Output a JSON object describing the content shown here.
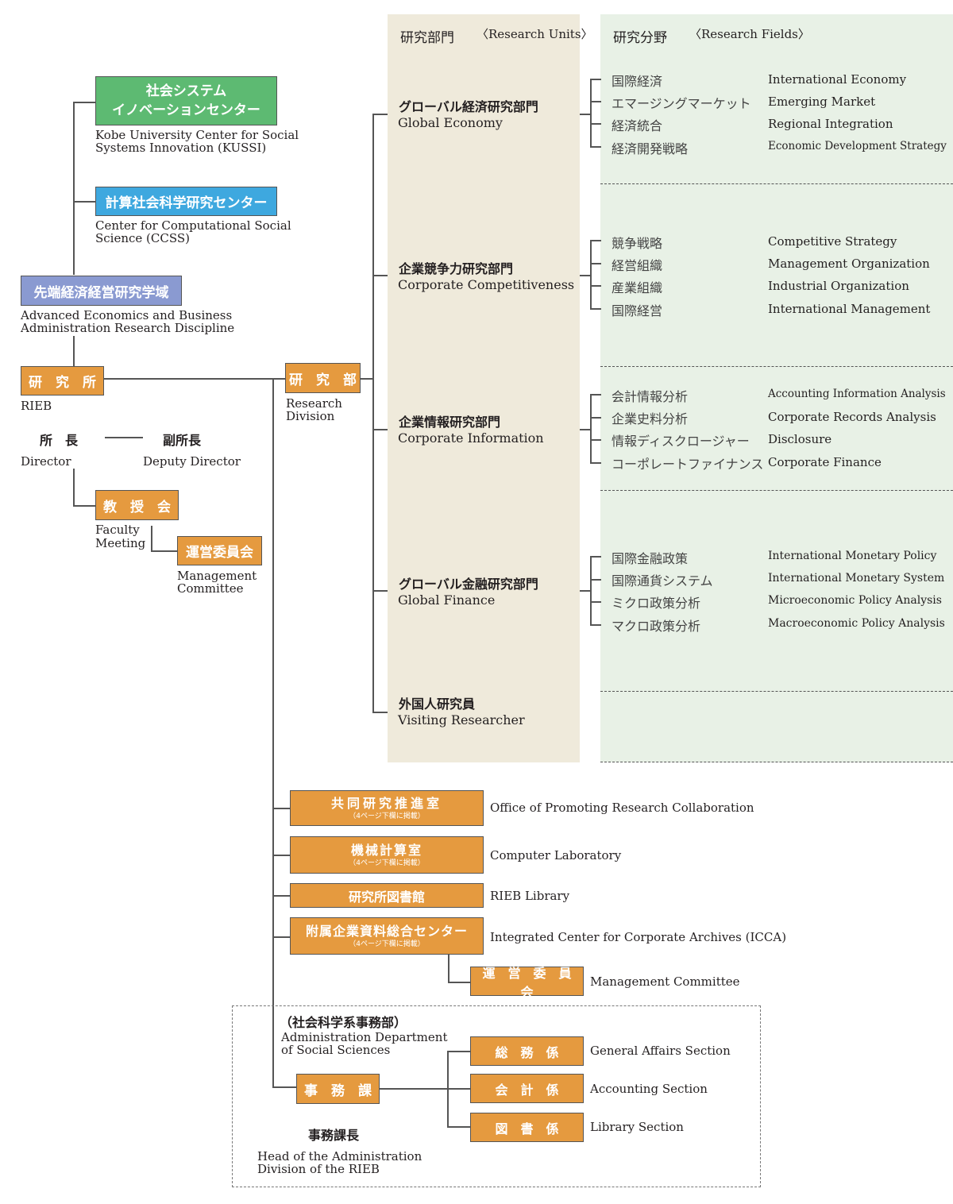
{
  "header": {
    "units_jp": "研究部門",
    "units_en": "〈Research Units〉",
    "fields_jp": "研究分野",
    "fields_en": "〈Research Fields〉"
  },
  "centers": {
    "kussi_jp_line1": "社会システム",
    "kussi_jp_line2": "イノベーションセンター",
    "kussi_en_line1": "Kobe University Center for Social",
    "kussi_en_line2": "Systems Innovation (KUSSI)",
    "ccss_jp": "計算社会科学研究センター",
    "ccss_en_line1": "Center for Computational Social",
    "ccss_en_line2": "Science (CCSS)",
    "discipline_jp": "先端経済経営研究学域",
    "discipline_en_line1": "Advanced Economics and Business",
    "discipline_en_line2": "Administration Research Discipline"
  },
  "institute": {
    "rieb_jp": "研　究　所",
    "rieb_en": "RIEB",
    "director_jp": "所　長",
    "director_en": "Director",
    "deputy_jp": "副所長",
    "deputy_en": "Deputy Director",
    "faculty_jp": "教　授　会",
    "faculty_en_line1": "Faculty",
    "faculty_en_line2": "Meeting",
    "mgmt_jp": "運営委員会",
    "mgmt_en_line1": "Management",
    "mgmt_en_line2": "Committee",
    "division_jp": "研　究　部",
    "division_en_line1": "Research",
    "division_en_line2": "Division"
  },
  "units": [
    {
      "jp": "グローバル経済研究部門",
      "en": "Global Economy",
      "fields": [
        {
          "jp": "国際経済",
          "en": "International Economy"
        },
        {
          "jp": "エマージングマーケット",
          "en": "Emerging Market"
        },
        {
          "jp": "経済統合",
          "en": "Regional Integration"
        },
        {
          "jp": "経済開発戦略",
          "en": "Economic Development Strategy"
        }
      ]
    },
    {
      "jp": "企業競争力研究部門",
      "en": "Corporate Competitiveness",
      "fields": [
        {
          "jp": "競争戦略",
          "en": "Competitive Strategy"
        },
        {
          "jp": "経営組織",
          "en": "Management Organization"
        },
        {
          "jp": "産業組織",
          "en": "Industrial Organization"
        },
        {
          "jp": "国際経営",
          "en": "International Management"
        }
      ]
    },
    {
      "jp": "企業情報研究部門",
      "en": "Corporate Information",
      "fields": [
        {
          "jp": "会計情報分析",
          "en": "Accounting Information Analysis"
        },
        {
          "jp": "企業史料分析",
          "en": "Corporate Records Analysis"
        },
        {
          "jp": "情報ディスクロージャー",
          "en": "Disclosure"
        },
        {
          "jp": "コーポレートファイナンス",
          "en": "Corporate Finance"
        }
      ]
    },
    {
      "jp": "グローバル金融研究部門",
      "en": "Global Finance",
      "fields": [
        {
          "jp": "国際金融政策",
          "en": "International Monetary Policy"
        },
        {
          "jp": "国際通貨システム",
          "en": "International Monetary System"
        },
        {
          "jp": "ミクロ政策分析",
          "en": "Microeconomic Policy Analysis"
        },
        {
          "jp": "マクロ政策分析",
          "en": "Macroeconomic Policy Analysis"
        }
      ]
    },
    {
      "jp": "外国人研究員",
      "en": "Visiting Researcher",
      "fields": []
    }
  ],
  "offices": [
    {
      "jp": "共同研究推進室",
      "note": "（4ページ下欄に掲載）",
      "en": "Office of Promoting Research Collaboration"
    },
    {
      "jp": "機械計算室",
      "note": "（4ページ下欄に掲載）",
      "en": "Computer Laboratory"
    },
    {
      "jp": "研究所図書館",
      "note": "",
      "en": "RIEB Library"
    },
    {
      "jp": "附属企業資料総合センター",
      "note": "（4ページ下欄に掲載）",
      "en": "Integrated Center for Corporate Archives (ICCA)"
    }
  ],
  "icca_committee": {
    "jp": "運　営　委　員　会",
    "en": "Management Committee"
  },
  "admin": {
    "dept_jp": "（社会科学系事務部）",
    "dept_en_line1": "Administration Department",
    "dept_en_line2": "of Social Sciences",
    "section_jp": "事　務　課",
    "head_jp": "事務課長",
    "head_en_line1": "Head of the Administration",
    "head_en_line2": "Division of the RIEB",
    "subsections": [
      {
        "jp": "総　務　係",
        "en": "General Affairs Section"
      },
      {
        "jp": "会　計　係",
        "en": "Accounting Section"
      },
      {
        "jp": "図　書　係",
        "en": "Library Section"
      }
    ]
  },
  "colors": {
    "orange": "#e59a3f",
    "green": "#5dba72",
    "blue": "#3ea8df",
    "lavender": "#8a9ad1",
    "units_bg": "#efeadb",
    "fields_bg": "#e8f1e6"
  }
}
